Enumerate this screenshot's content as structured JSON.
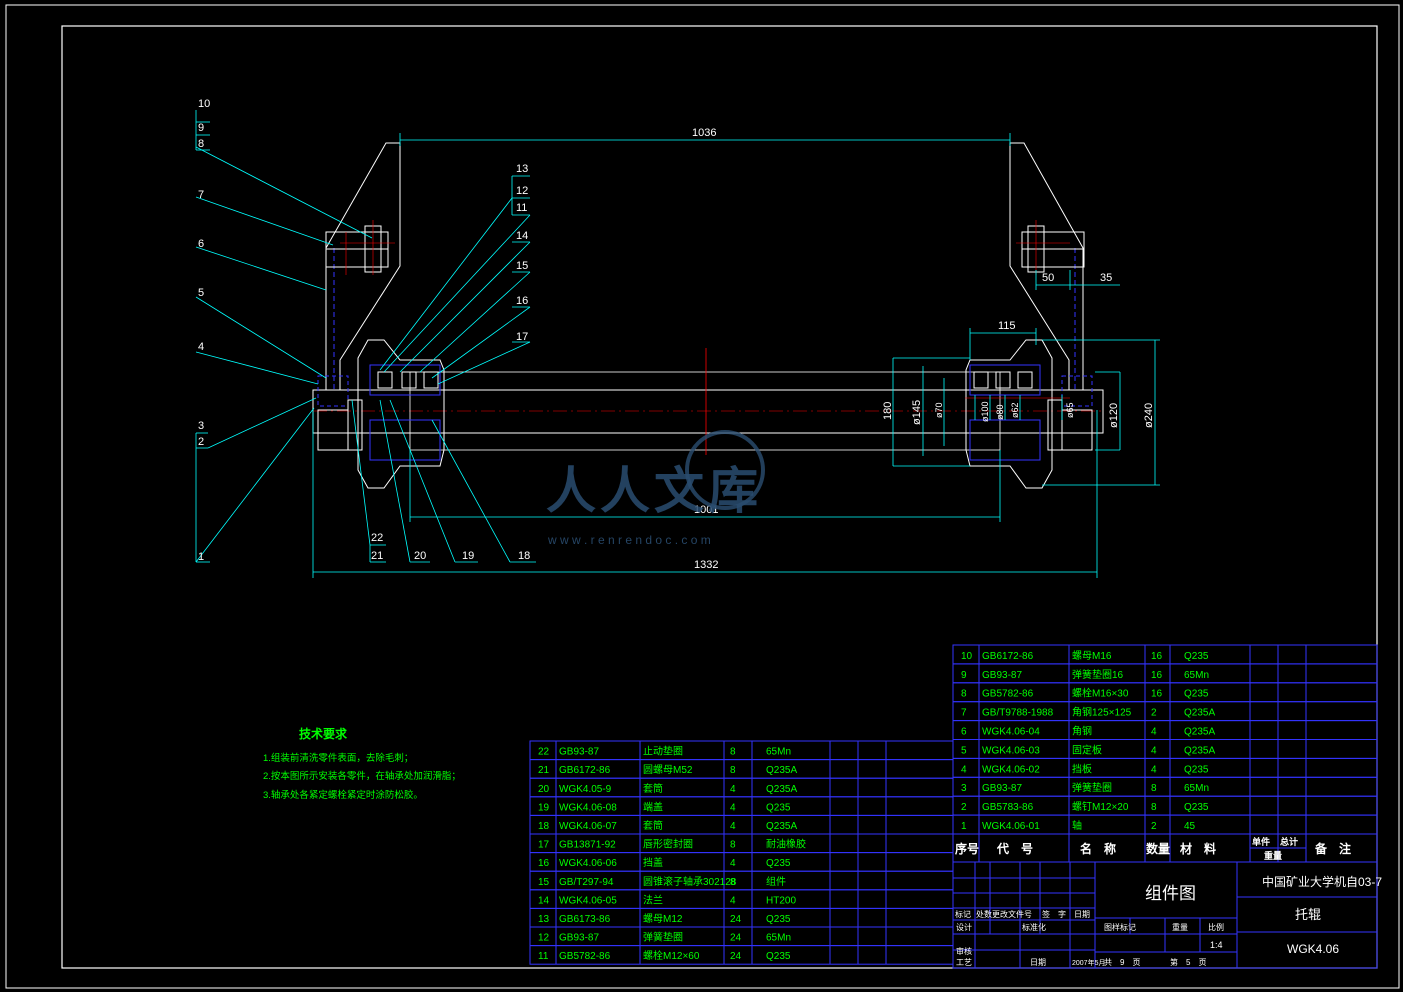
{
  "drawing": {
    "dimensions": {
      "d1036": "1036",
      "d1001": "1001",
      "d1332": "1332",
      "d115": "115",
      "d50": "50",
      "d35": "35",
      "d180": "180",
      "d145": "ø145",
      "d240": "ø240",
      "d120": "ø120",
      "d70": "ø70",
      "d100": "ø100",
      "d80": "ø80",
      "d62": "ø62",
      "d65": "ø65"
    },
    "balloons_left": [
      "10",
      "9",
      "8",
      "7",
      "6",
      "5",
      "4",
      "3",
      "2",
      "1"
    ],
    "balloons_upper": [
      "13",
      "12",
      "11",
      "14",
      "15",
      "16",
      "17"
    ],
    "balloons_bottom": [
      "22",
      "21",
      "20",
      "19",
      "18"
    ]
  },
  "watermark": {
    "brand": "人人文库",
    "url": "w w w . r e n r e n d o c . c o m"
  },
  "tech_requirements": {
    "title": "技术要求",
    "items": [
      "1.组装前清洗零件表面，去除毛刺；",
      "2.按本图所示安装各零件，在轴承处加润滑脂；",
      "3.轴承处各紧定螺栓紧定时涂防松胶。"
    ]
  },
  "parts_left": [
    [
      "22",
      "GB93-87",
      "止动垫圈",
      "8",
      "65Mn"
    ],
    [
      "21",
      "GB6172-86",
      "圆螺母M52",
      "8",
      "Q235A"
    ],
    [
      "20",
      "WGK4.05-9",
      "套筒",
      "4",
      "Q235A"
    ],
    [
      "19",
      "WGK4.06-08",
      "端盖",
      "4",
      "Q235"
    ],
    [
      "18",
      "WGK4.06-07",
      "套筒",
      "4",
      "Q235A"
    ],
    [
      "17",
      "GB13871-92",
      "唇形密封圈",
      "8",
      "耐油橡胶"
    ],
    [
      "16",
      "WGK4.06-06",
      "挡盖",
      "4",
      "Q235"
    ],
    [
      "15",
      "GB/T297-94",
      "圆锥滚子轴承302128",
      "8",
      "组件"
    ],
    [
      "14",
      "WGK4.06-05",
      "法兰",
      "4",
      "HT200"
    ],
    [
      "13",
      "GB6173-86",
      "螺母M12",
      "24",
      "Q235"
    ],
    [
      "12",
      "GB93-87",
      "弹簧垫圈",
      "24",
      "65Mn"
    ],
    [
      "11",
      "GB5782-86",
      "螺栓M12×60",
      "24",
      "Q235"
    ]
  ],
  "parts_right": [
    [
      "10",
      "GB6172-86",
      "螺母M16",
      "16",
      "Q235"
    ],
    [
      "9",
      "GB93-87",
      "弹簧垫圈16",
      "16",
      "65Mn"
    ],
    [
      "8",
      "GB5782-86",
      "螺栓M16×30",
      "16",
      "Q235"
    ],
    [
      "7",
      "GB/T9788-1988",
      "角钢125×125",
      "2",
      "Q235A"
    ],
    [
      "6",
      "WGK4.06-04",
      "角钢",
      "4",
      "Q235A"
    ],
    [
      "5",
      "WGK4.06-03",
      "固定板",
      "4",
      "Q235A"
    ],
    [
      "4",
      "WGK4.06-02",
      "挡板",
      "4",
      "Q235"
    ],
    [
      "3",
      "GB93-87",
      "弹簧垫圈",
      "8",
      "65Mn"
    ],
    [
      "2",
      "GB5783-86",
      "螺钉M12×20",
      "8",
      "Q235"
    ],
    [
      "1",
      "WGK4.06-01",
      "轴",
      "2",
      "45"
    ]
  ],
  "parts_header": {
    "no": "序号",
    "code": "代　号",
    "name": "名　称",
    "qty": "数量",
    "material": "材　料",
    "unit": "单件",
    "total": "总计",
    "weight": "重量",
    "remark": "备　注"
  },
  "title_block": {
    "drawing_kind": "组件图",
    "school": "中国矿业大学机自03-7",
    "part_name": "托辊",
    "drawing_no": "WGK4.06",
    "scale": "1:4",
    "labels": {
      "mark": "标记",
      "count": "处数",
      "change_doc": "更改文件号",
      "signature": "签　字",
      "date": "日期",
      "design": "设计",
      "standardize": "标准化",
      "stage_mark": "图样标记",
      "weight": "重量",
      "ratio": "比例",
      "review": "审核",
      "process": "工艺",
      "date2": "日期",
      "date_val": "2007年5月",
      "total_pages": "共　9　页",
      "page_no": "第　5　页"
    }
  },
  "colors": {
    "background": "#000000",
    "frame": "#ffffff",
    "dim": "#00ffff",
    "table_line": "#3333ff",
    "table_text": "#00ff00",
    "center": "#ff0000",
    "title_text": "#ffffff"
  }
}
